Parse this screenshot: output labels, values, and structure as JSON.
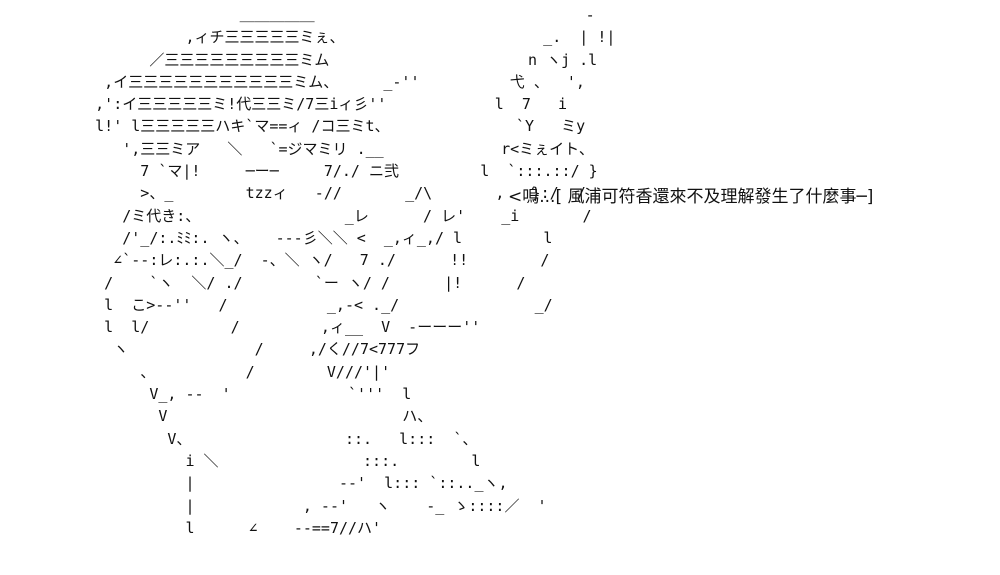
{
  "art_lines": [
    "                     ＿＿＿＿＿                              -",
    "               ,ィチ三三三三三ミぇ、                      _.  | !|",
    "           ／三三三三三三三三三ミム                      n ヽj .l",
    "      ,イ三三三三三三三三三三三ミム、     _-''          弋 、  ',",
    "     ,':イ三三三三三ミ!代三三ミ/7三iィ彡''            l  7   i",
    "     l!' l三三三三三ハキ`マ==ィ /コ三ミt、              `Y   ミy",
    "        ',三三ミア   ＼   `=ジマミリ .__             r<ミぇイト、",
    "          7 `マ|!     ─ー─     7/./ ニ弐         l  `:::.::/ }",
    "          >、_        tzzィ   -//       _/\\       ,   }:/  /",
    "        /ミ代き:、                _レ      / レ'    _i       /",
    "        /'_/:.ﾐﾐ:. ヽ、   ---彡＼＼ <  _,ィ_,/ l         l",
    "       ∠`--:レ:.:.＼_/  -、＼ ヽ/   7 ./      !!        /",
    "      /    `ヽ  ＼/ ./        `ー ヽ/ /      |!      /",
    "      l  こ>--''   /           _,-< ._/               _/",
    "      l  l/         /         ,ィ__  V  -ーーー''",
    "       ヽ              /     ,/く//7<777フ",
    "          、          /        V///'|'",
    "           V_, --  '             `'''  l",
    "            V                          ハ、",
    "             V、                 ::.   l:::  `、",
    "               i ＼                :::.        l",
    "               |                --'  l::: `::.._ヽ,",
    "               |            , --'   ヽ    -_ ゝ::::／  '",
    "               l      ∠    --==7//ハ'"
  ],
  "caption": "<嗚...[ 風浦可符香還來不及理解發生了什麼事─]",
  "colors": {
    "background": "#ffffff",
    "text": "#111111"
  }
}
